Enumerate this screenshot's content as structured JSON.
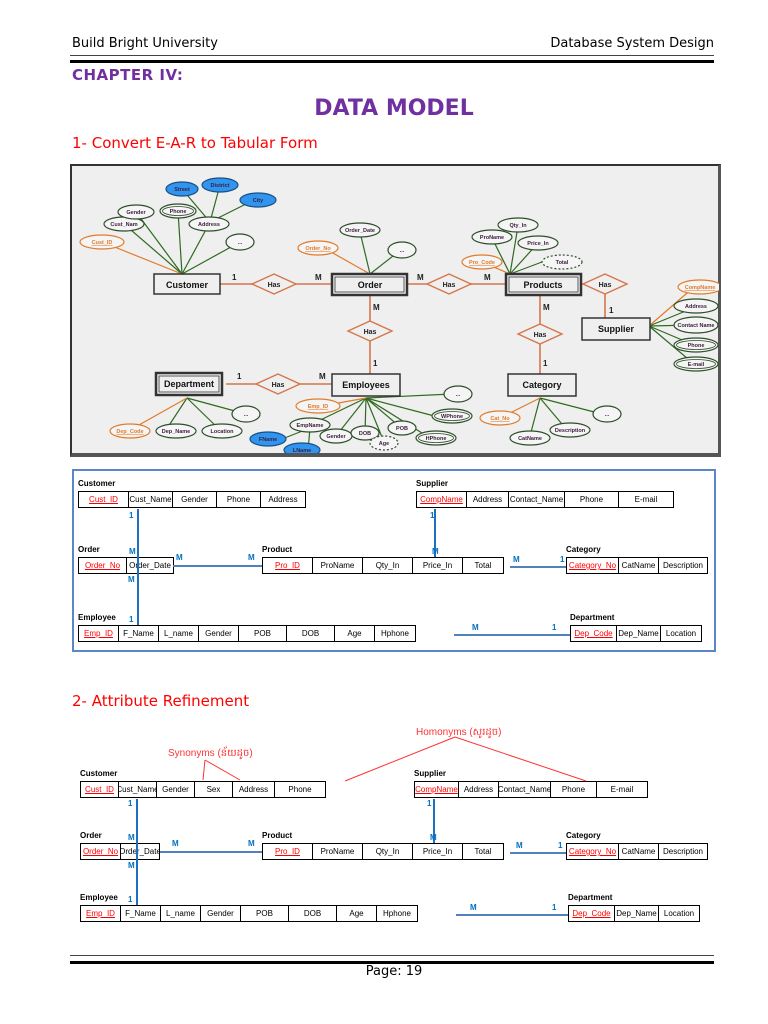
{
  "header": {
    "left": "Build Bright University",
    "right": "Database System Design"
  },
  "chapter": "CHAPTER IV:",
  "title": "DATA MODEL",
  "sections": [
    {
      "label": "1- Convert E-A-R to Tabular Form"
    },
    {
      "label": "2- Attribute Refinement"
    }
  ],
  "er_diagram": {
    "entities": {
      "customer": "Customer",
      "order": "Order",
      "products": "Products",
      "supplier": "Supplier",
      "department": "Department",
      "employees": "Employees",
      "category": "Category"
    },
    "relationship_label": "Has",
    "cardinalities": {
      "customer_order": [
        "1",
        "M"
      ],
      "order_products": [
        "M",
        "M"
      ],
      "products_supplier": [
        "M",
        "1"
      ],
      "order_employees": [
        "M",
        "1"
      ],
      "department_employees": [
        "1",
        "M"
      ],
      "products_category": [
        "M",
        "1"
      ]
    },
    "attributes": {
      "customer": [
        "Cust_ID",
        "Cust_Nam",
        "Gender",
        "Phone",
        "Address",
        "Street",
        "District",
        "City",
        "..."
      ],
      "order": [
        "Order_No",
        "Order_Date",
        "..."
      ],
      "products": [
        "Pro_Code",
        "ProName",
        "Qty_In",
        "Price_In",
        "Total"
      ],
      "supplier": [
        "CompName",
        "Address",
        "Contact Name",
        "Phone",
        "E-mail"
      ],
      "department": [
        "Dep_Code",
        "Dep_Name",
        "Location",
        "..."
      ],
      "employees": [
        "Emp_ID",
        "EmpName",
        "FName",
        "LName",
        "Gender",
        "DOB",
        "Age",
        "POB",
        "HPhone",
        "WPhone",
        "..."
      ],
      "category": [
        "Cat_No",
        "CatName",
        "Description",
        "..."
      ]
    }
  },
  "tabular": {
    "customer": {
      "name": "Customer",
      "columns": [
        "Cust_ID",
        "Cust_Name",
        "Gender",
        "Phone",
        "Address"
      ]
    },
    "supplier": {
      "name": "Supplier",
      "columns": [
        "CompName",
        "Address",
        "Contact_Name",
        "Phone",
        "E-mail"
      ]
    },
    "order": {
      "name": "Order",
      "columns": [
        "Order_No",
        "Order_Date"
      ]
    },
    "product": {
      "name": "Product",
      "columns": [
        "Pro_ID",
        "ProName",
        "Qty_In",
        "Price_In",
        "Total"
      ]
    },
    "category": {
      "name": "Category",
      "columns": [
        "Category_No",
        "CatName",
        "Description"
      ]
    },
    "employee": {
      "name": "Employee",
      "columns": [
        "Emp_ID",
        "F_Name",
        "L_name",
        "Gender",
        "POB",
        "DOB",
        "Age",
        "Hphone"
      ]
    },
    "department": {
      "name": "Department",
      "columns": [
        "Dep_Code",
        "Dep_Name",
        "Location"
      ]
    },
    "card": {
      "one": "1",
      "many": "M"
    }
  },
  "refinement": {
    "customer": {
      "name": "Customer",
      "columns": [
        "Cust_ID",
        "Cust_Name",
        "Gender",
        "Sex",
        "Address",
        "Phone"
      ]
    },
    "supplier": {
      "name": "Supplier",
      "columns": [
        "CompName",
        "Address",
        "Contact_Name",
        "Phone",
        "E-mail"
      ]
    },
    "order": {
      "name": "Order",
      "columns": [
        "Order_No",
        "Order_Date"
      ]
    },
    "product": {
      "name": "Product",
      "columns": [
        "Pro_ID",
        "ProName",
        "Qty_In",
        "Price_In",
        "Total"
      ]
    },
    "category": {
      "name": "Category",
      "columns": [
        "Category_No",
        "CatName",
        "Description"
      ]
    },
    "employee": {
      "name": "Employee",
      "columns": [
        "Emp_ID",
        "F_Name",
        "L_name",
        "Gender",
        "POB",
        "DOB",
        "Age",
        "Hphone"
      ]
    },
    "department": {
      "name": "Department",
      "columns": [
        "Dep_Code",
        "Dep_Name",
        "Location"
      ]
    },
    "synonyms_label": "Synonyms (ន័យដូច)",
    "homonyms_label": "Homonyms (សូរដូច)"
  },
  "footer": {
    "page": "Page: 19"
  }
}
